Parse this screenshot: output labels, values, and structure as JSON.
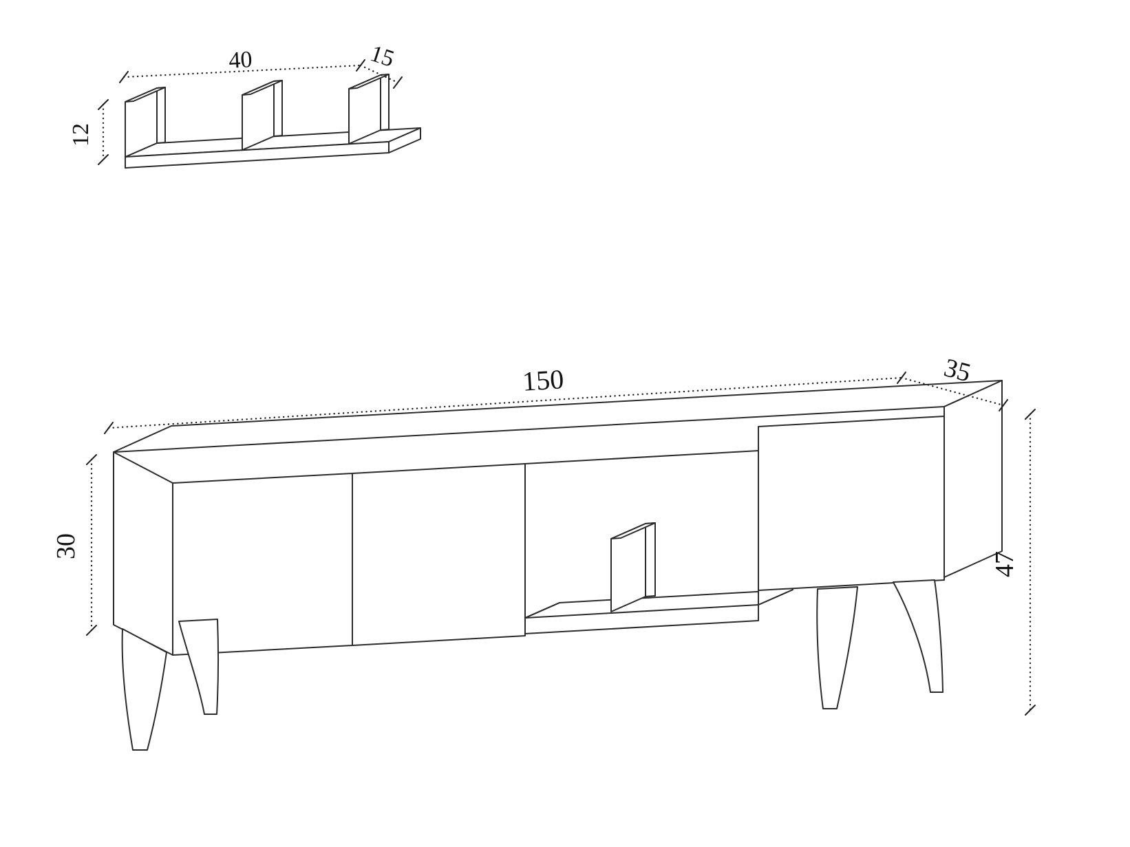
{
  "diagram": {
    "background_color": "#ffffff",
    "line_color": "#2b2b2b",
    "text_color": "#111111",
    "wall_shelf": {
      "width": "40",
      "depth": "15",
      "height": "12"
    },
    "tv_stand": {
      "width": "150",
      "depth": "35",
      "carcass_height": "30",
      "overall_height": "47"
    }
  }
}
